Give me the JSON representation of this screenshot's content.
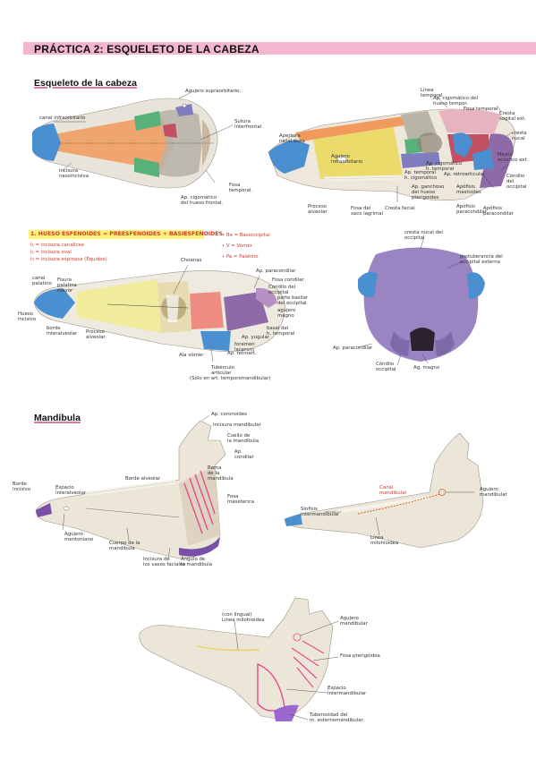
{
  "page": {
    "title": "PRÁCTICA 2: ESQUELETO DE LA CABEZA",
    "accent_color": "#f4b6cf"
  },
  "sections": {
    "head": "Esqueleto de la cabeza",
    "mandible": "Mandíbula"
  },
  "dorsal_view": {
    "labels": {
      "agujero_supraorbitario": "Agujero supraorbitario.",
      "canal_infraorbitario": "canal infraorbitario",
      "sutura_interfrontal": "Sutura\ninterfrontal",
      "incisura_nasoincisiva": "incisura\nnasoincisiva",
      "fosa_temporal": "Fosa\ntemporal.",
      "ap_cigomatico_frontal": "Ap. cigomático\ndel hueso frontal."
    }
  },
  "lateral_view": {
    "labels": {
      "linea_temporal": "Línea\ntemporal",
      "ap_cigomatico_temporal": "Ap. cigomático del\nhueso tempor.",
      "fosa_temporal": "Fosa temporal",
      "cresta_sagital_ext": "Cresta\nsagital ext.",
      "cresta_nucal": "cresta\nnucal",
      "apertura_nasal_osea": "Apertura\nnasal ósea",
      "agujero_infraorbitario": "Agujero\ninfraorbitario",
      "ap_temporal_cigomatico": "Ap. temporal\nh. cigomático",
      "ap_cigomatico_temporal_2": "Ap. cigomático\nh. temporal",
      "ap_retroarticular": "Ap. retroarticular",
      "meato_acustico_ext": "Meato\nacústico ext.",
      "condilo_occipital": "Cóndilo\ndel\noccipital",
      "proceso_alveolar": "Proceso\nalveolar",
      "fosa_saco_lagrimal": "Fosa del\nsaco lagrimal",
      "cresta_facial": "Cresta facial",
      "ap_ganchoso_pterigoides": "Ap. ganchoso\ndel hueso\npterigoides",
      "ap_mastoides": "Apófisis\nmastoides",
      "ap_paracondilar": "Apófisis\nparacondilar",
      "ap_yugular": "Apófisis\nparacondilar"
    }
  },
  "ventral_view": {
    "legend": {
      "header": "1. HUESO ESFENOIDES = PREESFENOIDES + BASIESFENOIDES",
      "i1": "I₁ = incisura canalícea",
      "i2": "I₂ = incisura oval",
      "i3": "I₃ = incisura espinosa (Équidos)",
      "be": "• Be = Basioccipital",
      "vo": "• V = Vómer",
      "pa": "• Pa = Palatino"
    },
    "labels": {
      "choanas": "Choanas",
      "canal_palatino": "canal\npalatino",
      "fisura_palatina": "Fisura\npalatina\nmayor",
      "hueso_incisivo": "Hueso\nincisivo",
      "proceso_alveolar": "Proceso\nalveolar",
      "borde_interalveolar": "borde\ninteralveolar",
      "ap_paracondilar": "Ap. paracondilar",
      "fosa_condilar": "Fosa condilar",
      "condilo_occipital": "Condilo del\noccipital",
      "parte_basilar": "parte basilar\ndel occipital",
      "agujero_magno": "agujero\nmagno",
      "basal": "basal del\nh. temporal",
      "ap_yugular": "Ap. yugular",
      "foramen_lacerum": "foramen\nlacerum",
      "ap_retroarticular": "Ap. retroart.",
      "ala_vomer": "Ala vómer",
      "tuberculo_articular": "Tubérculo\narticular",
      "note": "(Sólo en art. temporomandibular)"
    }
  },
  "caudal_view": {
    "labels": {
      "cresta_nucal": "cresta nucal del\noccipital",
      "protuberancia": "protuberancia del\noccipital externa",
      "ap_paracondilar": "Ap. paracondilar",
      "condilo_occipital": "Cóndilo\noccipital",
      "agujero_magno": "Ag. magno"
    }
  },
  "mandible_lateral": {
    "labels": {
      "ap_coronoides": "Ap. coronoides",
      "incisura_mandibular": "Incisura mandibular",
      "cuello": "Cuello de\nla mandíbula",
      "ap_condilar": "Ap.\ncondilar",
      "borde_alveolar": "Borde alveolar",
      "espacio_interalveolar": "Espacio\ninteralveolar",
      "borde_incisivo": "Borde\nincisivo",
      "rama": "Rama\nde la\nmandíbula",
      "fosa_maseterica": "Fosa\nmaseterica",
      "agujero_mentoniano": "Agujero\nmentoniano",
      "cuerpo": "Cuerpo de la\nmandíbula",
      "incisura_vasos": "Incisura de\nlos vasos faciales",
      "angulo": "Ángulo de\nla mandíbula"
    }
  },
  "mandible_medial": {
    "labels": {
      "canal_mandibular": "Canal\nmandibular",
      "sinfisis": "Sínfisis\nintermandibular",
      "agujero_mandibular": "Agujero\nmandibular",
      "linea_milohioidea": "Línea\nmilohioidea"
    }
  },
  "mandible_medial_2": {
    "labels": {
      "linea_milohioidea": "(con lingual)\nLínea milohioidea",
      "agujero_mandibular": "Agujero\nmandibular",
      "fosa_pterigoidea": "Fosa pterigoidea",
      "espacio_intermandibular": "Espacio\nintermandibular",
      "tuberosidad": "Tuberosidad del\nm. esternomandibular."
    }
  }
}
